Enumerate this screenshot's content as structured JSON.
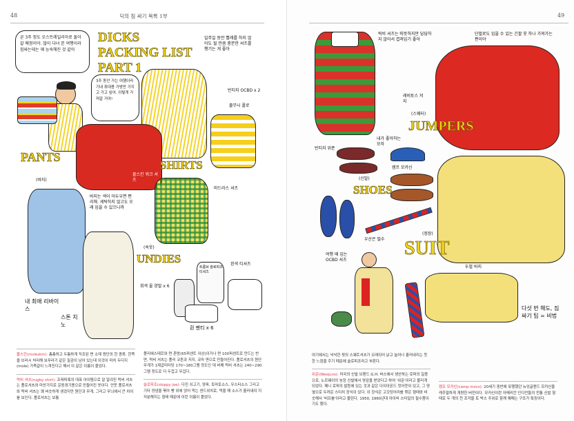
{
  "header": {
    "left_page_number": "48",
    "running_title": "딕의 짐 싸기 목록 1부",
    "right_page_number": "49"
  },
  "illustration_left": {
    "title": "DICKS PACKING LIST PART 1",
    "bubble1": "곧 3주 정도 오스트레일리아로 돌아갈 예정이야. 많이 다녀 본 여행이라 짐싸는데는 꽤 능숙해진 것 같아",
    "bubble2": "3주 동안 가는 여행이라 기내 휴대용 가방만 가지고 가고 싶어. 이렇게 가져갈 거야!",
    "note_shirts": "일주일 동안 빨래를 하지 않아도 될 만큼 충분한 셔츠를 챙기는 게 좋아",
    "ocbd": "빈티지 OCBD x 2",
    "polo": "줄무늬 폴로",
    "pants_label": "PANTS",
    "pants_sub": "(바지)",
    "pants_note": "바지는 색이 어두우면 편리해. 세탁하지 않고도 오래 입을 수 있으니까",
    "jeans": "내 최애 리바이스",
    "chinos": "스톤 치노",
    "shirts_label": "SHIRTS",
    "red_shirt": "몰스킨 워크 셔츠",
    "plaid_shirt": "마드라스 셔츠",
    "undies_label": "UNDIES",
    "undies_sub": "(속옷)",
    "socks": "회색 울 양말 x 6",
    "boxers": "흰 팬티 x 6",
    "tees": "흰색 티셔츠",
    "sloppy": "트롬브 슬로피조 티셔츠"
  },
  "illustration_right": {
    "rugby_note": "럭비 셔츠는 따뜻하지만 답답하지 않아서 겹쳐입기 좋아",
    "jumper_note": "단벌로도 입을 수 있는 긴팔 옷 하나 가져가는 편이야",
    "rabbitohs": "래비토스 저지",
    "jumpers_label": "JUMPERS",
    "jumpers_sub": "(스웨터)",
    "cap": "내가 좋아하는 모자",
    "weejuns": "빈티지 위준",
    "shoes_label": "SHOES",
    "shoes_sub": "(신발)",
    "mocs": "캠프 모카신",
    "umbrella": "우산은 필수",
    "suit_label": "SUIT",
    "suit_sub": "(정장)",
    "suit_note": "여행 때 입는 OCBD 셔츠",
    "trousers": "두벌 바지",
    "tip": "다섯 번 해도, 짐싸기 팁 = 비법"
  },
  "footnotes_left": [
    {
      "term": "몰스킨(moleskin):",
      "body": " 촘촘하고 두툼하게 직조된 면 소재 원단의 한 종류. 한쪽을 브러시 처리해 보푸라기 같은 질감이 남아 있는데 이것이 마치 두더지(mole) 가죽같이 느껴진다고 해서 이 같은 이름이 붙었다."
    },
    {
      "term": "럭비 셔츠(rugby shirt):",
      "body": " 프레피룩의 대표 아이템으로 잘 알려진 럭비 셔츠는 폴로셔츠와 마찬가지로 운동경기용으로 만들어진 옷이다. 언뜻 폴로셔츠와 럭비 셔츠는 꽤 비슷하게 생겼지만 원단과 무게, 그리고 무늬에서 큰 차이를 보인다. 폴로셔츠는 보통"
    },
    {
      "term": "",
      "body": "폴리에스테르와 면 혼방(65퍼센트 이상)이거나 면 100퍼센트로 만드는 반면, 럭비 셔츠는 폴리 코튼과 저지, 코마 면으로 만들어진다. 폴로셔츠의 원단 무게가 1제곱미터당 170~180그램 정도인 데 비해 럭비 셔츠는 240~290그램 정도로 더 두껍고 무겁다."
    },
    {
      "term": "슬로피조(sloppy joe):",
      "body": " 다진 쇠고기, 양파, 토마토소스, 우스터소스 그리고 기타 양념을 볶아 빵 위에 얹어 먹는 샌드위치로, 먹을 때 소스가 흘러내려 지저분해지는 형태 때문에 이런 이름이 붙었다."
    }
  ],
  "footnotes_right": [
    {
      "term": "",
      "body": "여기에서는 넉넉한 핏의 스웨트셔츠가 오래되어 낡고 늘어나 흘러내리는 듯한 느낌을 주기 때문에 슬로피조라고 부른다."
    },
    {
      "term": "위준(Weejuns):",
      "body": " 미국의 신발 브랜드 G.H. 바스에서 생산하는 로퍼의 일종으로, 노르웨이의 농장 신발에서 영감을 받았다고 하여 '위준'이라고 불리게 되었다. 페니 로퍼의 발등에 있는 것과 같은 다이아몬드 컷아웃이 있고, 그 양옆으로 두꺼운 스티치 장식이 있다. 이 장식은 고깃덩어리를 묶은 형태와 비슷해서 '비프롤'이라고 불린다. 1950, 1960년대 아이비 스타일의 필수품이기도 했다."
    },
    {
      "term": "캠프 모카신(camp mocs):",
      "body": " 20세기 중반에 유행했던 뉴잉글랜드 모카신을 캐주얼하게 개량한 버전이다. 모카신이란 아메리칸 인디언들의 전통 신발 형태로 두 개의 천 조각을 토 박스 주위로 함께 꿰매는 구조가 특징이다."
    }
  ],
  "colors": {
    "accent": "#e2394a",
    "title_yellow": "#f2d318",
    "rule": "#bbbbbb"
  }
}
